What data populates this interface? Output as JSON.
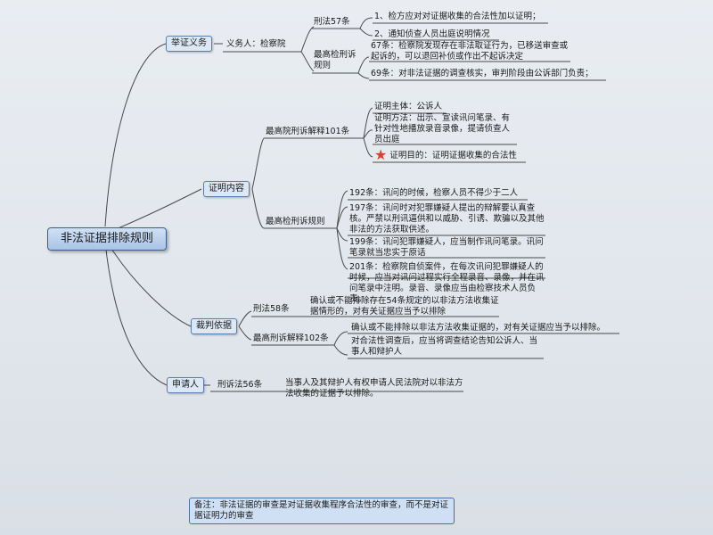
{
  "root": "非法证据排除规则",
  "branches": {
    "burden": {
      "label": "举证义务",
      "obligor": "义务人：检察院",
      "criminal_law_57": "刑法57条",
      "law57_items": [
        "1、检方应对对证据收集的合法性加以证明；",
        "2、通知侦查人员出庭说明情况"
      ],
      "spp_rules": "最高检刑诉规则",
      "art67": "67条：检察院发现存在非法取证行为，已移送审查或起诉的，可以退回补侦或作出不起诉决定",
      "art69": "69条：对非法证据的调查核实，审判阶段由公诉部门负责；"
    },
    "proof": {
      "label": "证明内容",
      "spc_101": "最高院刑诉解释101条",
      "subject": "证明主体：公诉人",
      "method": "证明方法：出示、宣读讯问笔录、有针对性地播放录音录像，提请侦查人员出庭",
      "purpose": "证明目的：证明证据收集的合法性",
      "spp_rules": "最高检刑诉规则",
      "art192": "192条：讯问的时候，检察人员不得少于二人",
      "art197": "197条：讯问时对犯罪嫌疑人提出的辩解要认真查核。严禁以刑讯逼供和以威胁、引诱、欺骗以及其他非法的方法获取供述。",
      "art199": "199条：讯问犯罪嫌疑人，应当制作讯问笔录。讯问笔录就当忠实于原话",
      "art201": "201条：检察院自侦案件，在每次讯问犯罪嫌疑人的时候，应当对讯问过程实行全程录音、录像，并在讯问笔录中注明。录音、录像应当由检察技术人员负责。"
    },
    "trial": {
      "label": "裁判依据",
      "criminal_law_58": "刑法58条",
      "law58_text": "确认或不能排除存在54条规定的以非法方法收集证据情形的，对有关证据应当予以排除",
      "spc_102": "最高刑诉解释102条",
      "art102_a": "确认或不能排除以非法方法收集证据的，对有关证据应当予以排除。",
      "art102_b": "对合法性调查后，应当将调查结论告知公诉人、当事人和辩护人"
    },
    "applicant": {
      "label": "申请人",
      "cpl_56": "刑诉法56条",
      "cpl56_text": "当事人及其辩护人有权申请人民法院对以非法方法收集的证据予以排除。"
    }
  },
  "note": "备注：非法证据的审查是对证据收集程序合法性的审查，而不是对证据证明力的审查",
  "icons": {
    "purpose_marker": "red-star-icon"
  },
  "colors": {
    "line": "#4a4a4a",
    "box_fill": "#dce8f6",
    "box_border": "#5a7fb0",
    "star": "#e23b2f"
  }
}
